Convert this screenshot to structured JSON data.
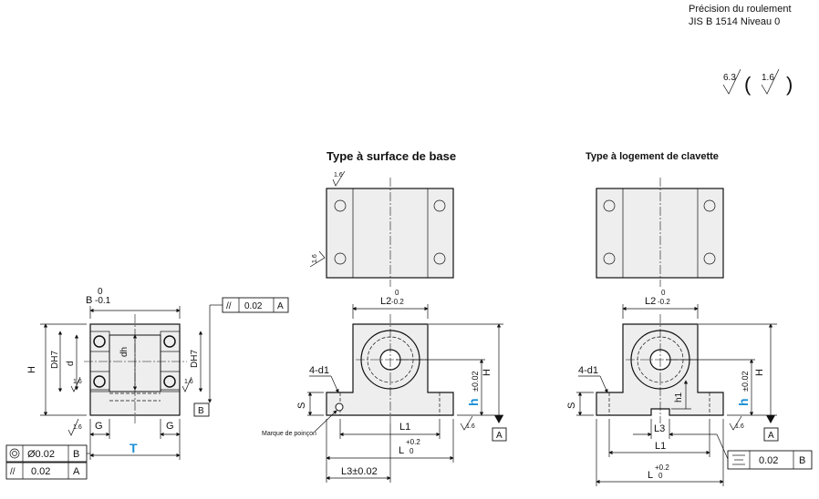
{
  "precision": {
    "line1": "Précision du roulement",
    "line2": "JIS   B   1514   Niveau 0"
  },
  "roughness": {
    "general": "6.3",
    "special": "1.6",
    "paren_open": "(",
    "paren_close": ")"
  },
  "views": {
    "base_surface_title": "Type à surface de base",
    "keyway_title": "Type à logement de clavette"
  },
  "left_view": {
    "B_label": "B",
    "B_tol_upper": "0",
    "B_tol_lower": "-0.1",
    "H_label": "H",
    "D_label": "DH7",
    "D2_label": "DH7",
    "d_label": "d",
    "dh_label": "dh",
    "G_left": "G",
    "G_right": "G",
    "T_label": "T",
    "rough_a": "1.6",
    "rough_b": "1.6",
    "rough_c": "1.6",
    "flatness_value": "0.02",
    "flatness_datum": "A",
    "datum_B": "B",
    "coax_value": "Ø0.02",
    "coax_datum": "B",
    "parallel_value": "0.02",
    "parallel_datum": "A"
  },
  "base_view": {
    "rough_top": "1.6",
    "rough_side": "1.6",
    "L2_label": "L2",
    "L2_tol_upper": "0",
    "L2_tol_lower": "-0.2",
    "d1_label": "4-d1",
    "S_label": "S",
    "h_label": "h",
    "h_tol": "±0.02",
    "H_label": "H",
    "L1_label": "L1",
    "L_label": "L",
    "L_tol_upper": "+0.2",
    "L_tol_lower": "0",
    "L3_label": "L3±0.02",
    "punch_mark": "Marque de poinçon",
    "rough_bottom": "1.6",
    "datum_A": "A"
  },
  "keyway_view": {
    "L2_label": "L2",
    "L2_tol_upper": "0",
    "L2_tol_lower": "-0.2",
    "d1_label": "4-d1",
    "S_label": "S",
    "h_label": "h",
    "h_tol": "±0.02",
    "H_label": "H",
    "h1_label": "h1",
    "L3_label": "L3",
    "L1_label": "L1",
    "L_label": "L",
    "L_tol_upper": "+0.2",
    "L_tol_lower": "0",
    "rough_bottom": "1.6",
    "datum_A": "A",
    "sym_value": "0.02",
    "sym_datum": "B"
  }
}
